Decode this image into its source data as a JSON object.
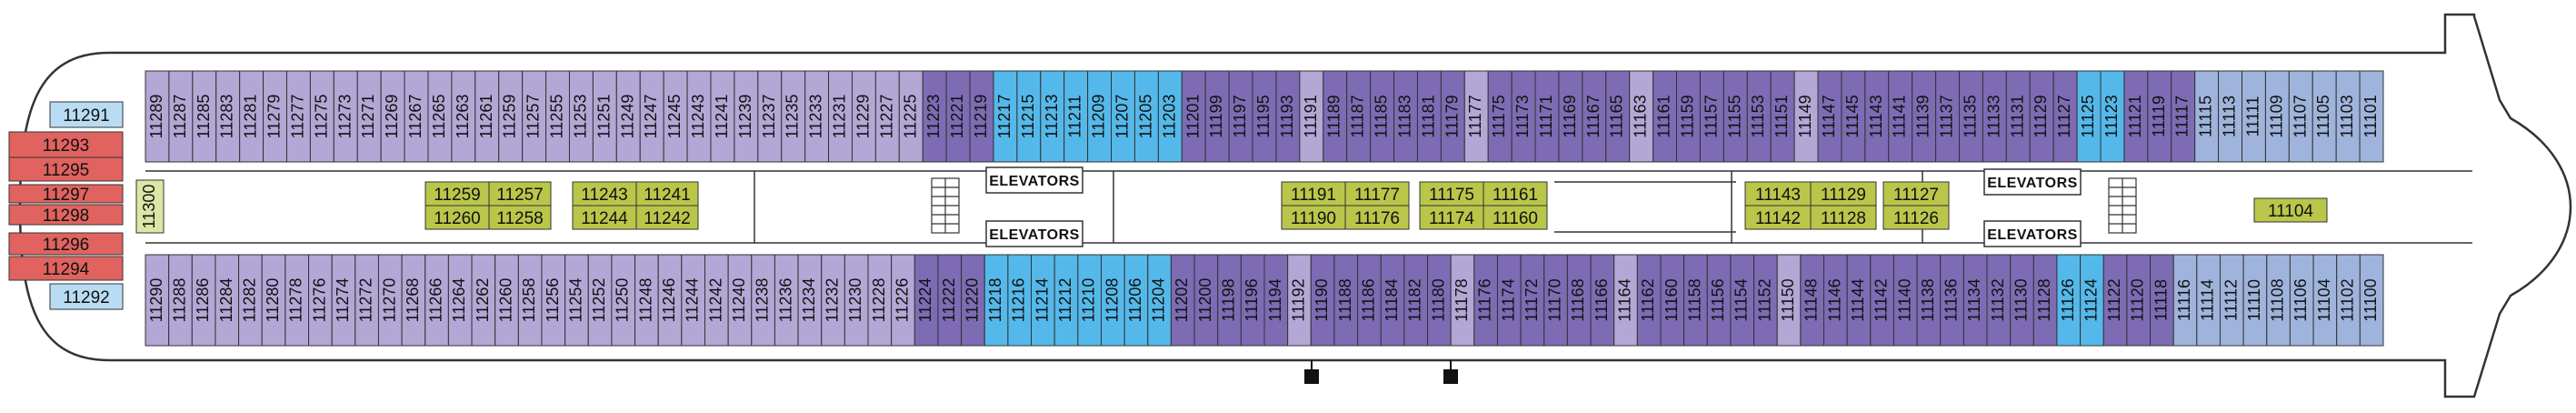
{
  "colors": {
    "deep_purple": "#7d6bb4",
    "lavender": "#b3a7d6",
    "pale_lavender": "#d6d0ea",
    "light_blue": "#9fb4dc",
    "cyan": "#54b9ea",
    "olive": "#b9c64a",
    "pale_olive": "#dbe7a6",
    "pale_blue": "#b8dcf3",
    "red": "#e06360",
    "salmon": "#ec7f7a",
    "hull_outline": "#333333"
  },
  "elevators_label": "ELEVATORS",
  "cabins": {
    "forward_suites": [
      "11291",
      "11293",
      "11295",
      "11297",
      "11298",
      "11296",
      "11294",
      "11292"
    ],
    "top_row": [
      "11289",
      "11287",
      "11285",
      "11283",
      "11281",
      "11279",
      "11277",
      "11275",
      "11273",
      "11271",
      "11269",
      "11267",
      "11265",
      "11263",
      "11261",
      "11259",
      "11257",
      "11255",
      "11253",
      "11251",
      "11249",
      "11247",
      "11245",
      "11243",
      "11241",
      "11239",
      "11237",
      "11235",
      "11233",
      "11231",
      "11229",
      "11227",
      "11225",
      "11223",
      "11221",
      "11219",
      "11217",
      "11215",
      "11213",
      "11211",
      "11209",
      "11207",
      "11205",
      "11203",
      "11201",
      "11199",
      "11197",
      "11195",
      "11193",
      "11191",
      "11189",
      "11187",
      "11185",
      "11183",
      "11181",
      "11179",
      "11177",
      "11175",
      "11173",
      "11171",
      "11169",
      "11167",
      "11165",
      "11163",
      "11161",
      "11159",
      "11157",
      "11155",
      "11153",
      "11151",
      "11149",
      "11147",
      "11145",
      "11143",
      "11141",
      "11139",
      "11137",
      "11135",
      "11133",
      "11131",
      "11129",
      "11127",
      "11125",
      "11123",
      "11121",
      "11119",
      "11117",
      "11115",
      "11113",
      "11111",
      "11109",
      "11107",
      "11105",
      "11103",
      "11101"
    ],
    "bottom_row": [
      "11290",
      "11288",
      "11286",
      "11284",
      "11282",
      "11280",
      "11278",
      "11276",
      "11274",
      "11272",
      "11270",
      "11268",
      "11266",
      "11264",
      "11262",
      "11260",
      "11258",
      "11256",
      "11254",
      "11252",
      "11250",
      "11248",
      "11246",
      "11244",
      "11242",
      "11240",
      "11238",
      "11236",
      "11234",
      "11232",
      "11230",
      "11228",
      "11226",
      "11224",
      "11222",
      "11220",
      "11218",
      "11216",
      "11214",
      "11212",
      "11210",
      "11208",
      "11206",
      "11204",
      "11202",
      "11200",
      "11198",
      "11196",
      "11194",
      "11192",
      "11190",
      "11188",
      "11186",
      "11184",
      "11182",
      "11180",
      "11178",
      "11176",
      "11174",
      "11172",
      "11170",
      "11168",
      "11166",
      "11164",
      "11162",
      "11160",
      "11158",
      "11156",
      "11154",
      "11152",
      "11150",
      "11148",
      "11146",
      "11144",
      "11142",
      "11140",
      "11138",
      "11136",
      "11134",
      "11132",
      "11130",
      "11128",
      "11126",
      "11124",
      "11122",
      "11120",
      "11118",
      "11116",
      "11114",
      "11112",
      "11110",
      "11108",
      "11106",
      "11104",
      "11102",
      "11100"
    ],
    "interior": [
      "11300",
      "11259",
      "11257",
      "11243",
      "11241",
      "11260",
      "11258",
      "11244",
      "11242",
      "11191",
      "11177",
      "11175",
      "11161",
      "11190",
      "11176",
      "11174",
      "11160",
      "11143",
      "11129",
      "11127",
      "11142",
      "11128",
      "11126",
      "11104"
    ]
  }
}
